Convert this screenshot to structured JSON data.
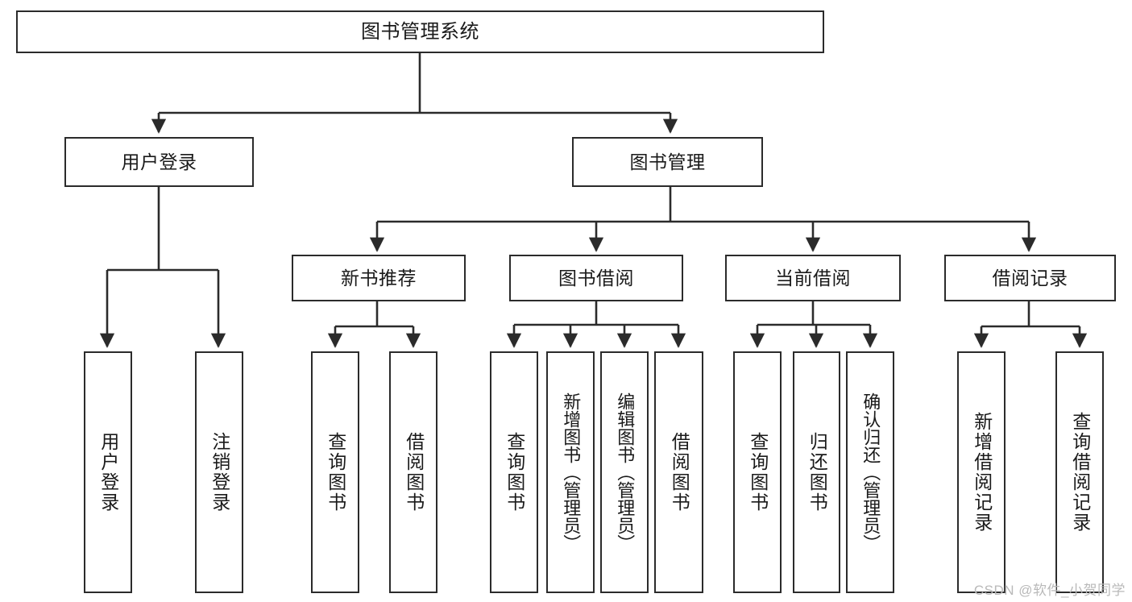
{
  "diagram": {
    "type": "tree-hierarchy-chart",
    "title": "图书管理系统",
    "line_color": "#2b2b2b",
    "box_fill": "#ffffff",
    "text_color": "#1a1a1a",
    "root": {
      "label": "图书管理系统"
    },
    "level2": [
      {
        "label": "用户登录"
      },
      {
        "label": "图书管理"
      }
    ],
    "level3": [
      {
        "label": "新书推荐"
      },
      {
        "label": "图书借阅"
      },
      {
        "label": "当前借阅"
      },
      {
        "label": "借阅记录"
      }
    ],
    "leaves": {
      "user_login": [
        {
          "label": "用户登录"
        },
        {
          "label": "注销登录"
        }
      ],
      "new_book_recommend": [
        {
          "label": "查询图书"
        },
        {
          "label": "借阅图书"
        }
      ],
      "book_borrow": [
        {
          "label": "查询图书"
        },
        {
          "label": "新增图书（管理员）"
        },
        {
          "label": "编辑图书（管理员）"
        },
        {
          "label": "借阅图书"
        }
      ],
      "current_borrow": [
        {
          "label": "查询图书"
        },
        {
          "label": "归还图书"
        },
        {
          "label": "确认归还（管理员）"
        }
      ],
      "borrow_record": [
        {
          "label": "新增借阅记录"
        },
        {
          "label": "查询借阅记录"
        }
      ]
    }
  },
  "watermark": {
    "text": "CSDN @软件_小贺同学"
  }
}
